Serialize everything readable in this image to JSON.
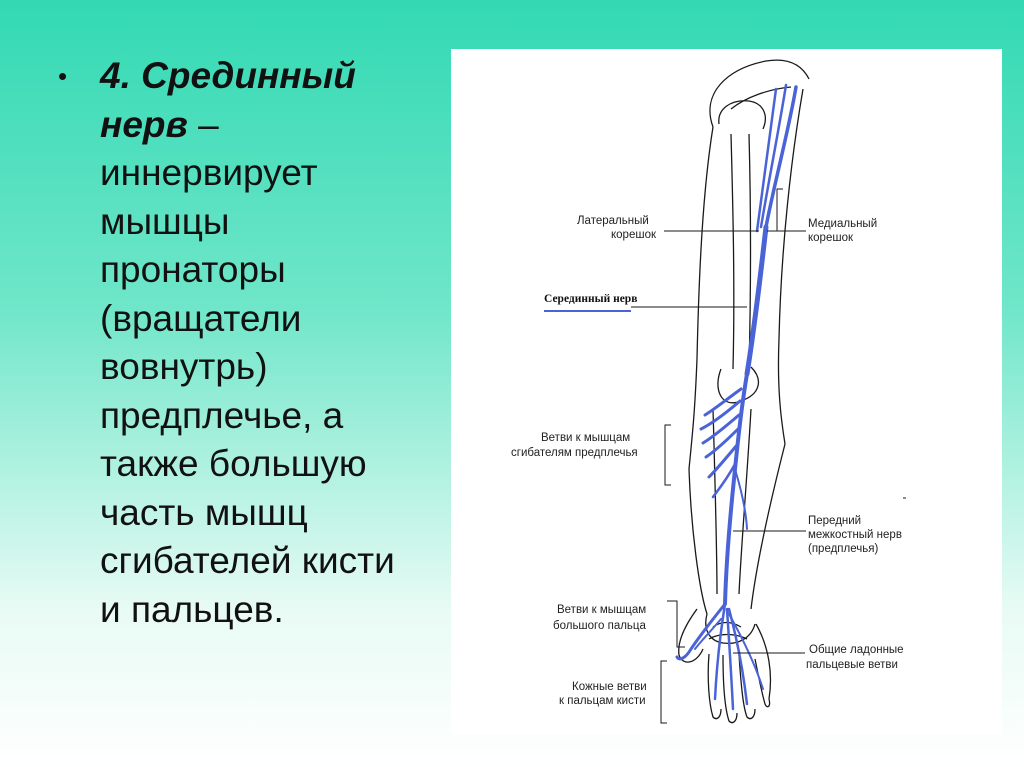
{
  "slide": {
    "bullet": "•",
    "title": "4. Срединный нерв",
    "dash": " –",
    "lines": [
      "иннервирует",
      "мышцы",
      "пронаторы",
      "(вращатели",
      "вовнутрь)",
      "предплечье, а",
      "также большую",
      "часть мышц",
      "сгибателей кисти",
      "и пальцев."
    ]
  },
  "figure": {
    "labels": {
      "lateral_root": [
        "Латеральный",
        "корешок"
      ],
      "medial_root": [
        "Медиальный",
        "корешок"
      ],
      "median_nerve": "Серединный нерв",
      "forearm_flexor_branches": [
        "Ветви к мышцам",
        "сгибателям предплечья"
      ],
      "anterior_interosseous": [
        "Передний",
        "межкостный нерв",
        "(предплечья)"
      ],
      "thumb_branches": [
        "Ветви к мышцам",
        "большого пальца"
      ],
      "palmar_digital": [
        "Общие ладонные",
        "пальцевые ветви"
      ],
      "skin_branches": [
        "Кожные ветви",
        "к пальцам кисти"
      ]
    },
    "colors": {
      "nerve": "#4a63d6",
      "outline": "#1a1a1a"
    }
  }
}
